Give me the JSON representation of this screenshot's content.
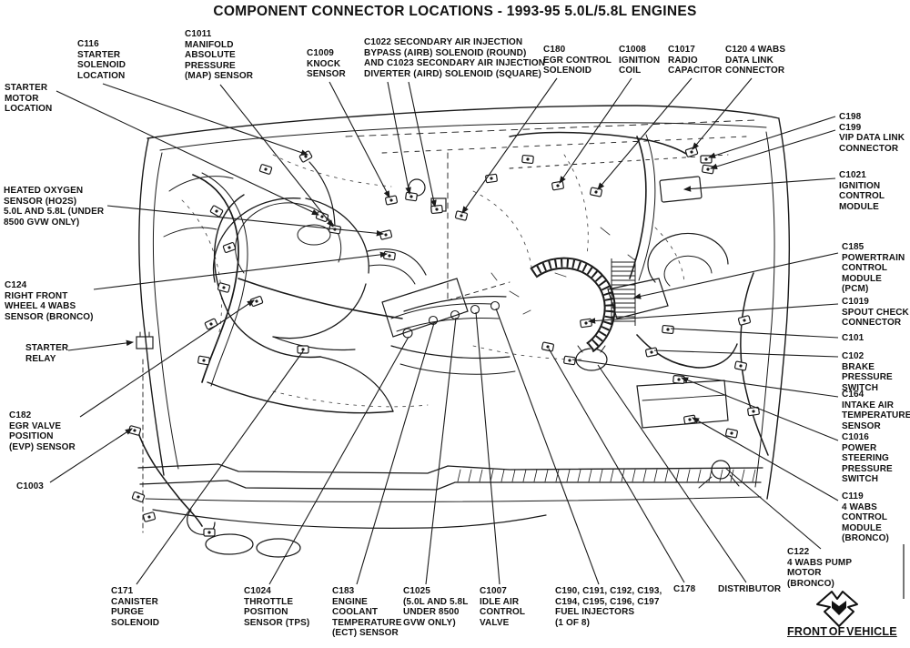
{
  "title": "COMPONENT CONNECTOR LOCATIONS - 1993-95 5.0L/5.8L ENGINES",
  "footer": {
    "front_of_vehicle": "FRONT OF VEHICLE"
  },
  "diagram": {
    "ink_color": "#1a1a1a",
    "background": "#ffffff"
  },
  "labels": [
    {
      "id": "c116",
      "text": "C116\nSTARTER\nSOLENOID\nLOCATION"
    },
    {
      "id": "c1011",
      "text": "C1011\nMANIFOLD\nABSOLUTE\nPRESSURE\n(MAP) SENSOR"
    },
    {
      "id": "c1009",
      "text": "C1009\nKNOCK\nSENSOR"
    },
    {
      "id": "c1022-c1023",
      "text": "C1022 SECONDARY AIR INJECTION\nBYPASS (AIRB) SOLENOID (ROUND)\nAND C1023 SECONDARY AIR INJECTION\nDIVERTER (AIRD) SOLENOID (SQUARE)"
    },
    {
      "id": "c180",
      "text": "C180\nEGR CONTROL\nSOLENOID"
    },
    {
      "id": "c1008",
      "text": "C1008\nIGNITION\nCOIL"
    },
    {
      "id": "c1017",
      "text": "C1017\nRADIO\nCAPACITOR"
    },
    {
      "id": "c120",
      "text": "C120 4 WABS\nDATA LINK\nCONNECTOR"
    },
    {
      "id": "starter-motor",
      "text": "STARTER\nMOTOR\nLOCATION"
    },
    {
      "id": "ho2s",
      "text": "HEATED OXYGEN\nSENSOR (HO2S)\n5.0L AND 5.8L (UNDER\n8500 GVW ONLY)"
    },
    {
      "id": "c124",
      "text": "C124\nRIGHT FRONT\nWHEEL 4 WABS\nSENSOR (BRONCO)"
    },
    {
      "id": "starter-relay",
      "text": "STARTER\nRELAY"
    },
    {
      "id": "c182",
      "text": "C182\nEGR VALVE\nPOSITION\n(EVP) SENSOR"
    },
    {
      "id": "c1003",
      "text": "C1003"
    },
    {
      "id": "c198-c199",
      "text": "C198\nC199\nVIP DATA LINK\nCONNECTOR"
    },
    {
      "id": "c1021",
      "text": "C1021\nIGNITION\nCONTROL\nMODULE"
    },
    {
      "id": "c185",
      "text": "C185\nPOWERTRAIN\nCONTROL\nMODULE (PCM)"
    },
    {
      "id": "c1019",
      "text": "C1019\nSPOUT CHECK\nCONNECTOR"
    },
    {
      "id": "c101",
      "text": "C101"
    },
    {
      "id": "c102",
      "text": "C102\nBRAKE\nPRESSURE\nSWITCH"
    },
    {
      "id": "c164",
      "text": "C164\nINTAKE AIR\nTEMPERATURE\nSENSOR"
    },
    {
      "id": "c1016",
      "text": "C1016\nPOWER\nSTEERING\nPRESSURE\nSWITCH"
    },
    {
      "id": "c119",
      "text": "C119\n4 WABS\nCONTROL\nMODULE\n(BRONCO)"
    },
    {
      "id": "c122",
      "text": "C122\n4 WABS PUMP\nMOTOR\n(BRONCO)"
    },
    {
      "id": "c171",
      "text": "C171\nCANISTER\nPURGE\nSOLENOID"
    },
    {
      "id": "c1024",
      "text": "C1024\nTHROTTLE\nPOSITION\nSENSOR (TPS)"
    },
    {
      "id": "c183",
      "text": "C183\nENGINE\nCOOLANT\nTEMPERATURE\n(ECT) SENSOR"
    },
    {
      "id": "c1025",
      "text": "C1025\n(5.0L AND 5.8L\nUNDER 8500\nGVW ONLY)"
    },
    {
      "id": "c1007",
      "text": "C1007\nIDLE AIR\nCONTROL\nVALVE"
    },
    {
      "id": "fuel-injectors",
      "text": "C190, C191, C192, C193,\nC194, C195, C196, C197\nFUEL INJECTORS\n(1 OF 8)"
    },
    {
      "id": "c178",
      "text": "C178"
    },
    {
      "id": "distributor",
      "text": "DISTRIBUTOR"
    }
  ]
}
